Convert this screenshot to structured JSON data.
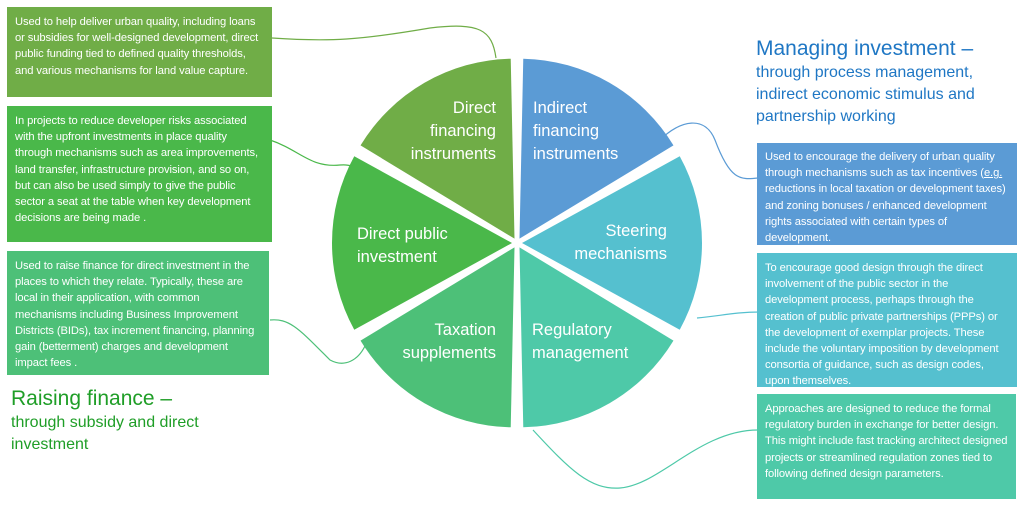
{
  "colors": {
    "direct_financing": "#70ad47",
    "direct_public": "#4ab84a",
    "taxation": "#4dc078",
    "indirect_financing": "#5b9bd5",
    "steering": "#55c0cf",
    "regulatory": "#4ec9a8",
    "heading_green": "#1f9e27",
    "heading_blue": "#1f77c4"
  },
  "left_heading": {
    "title": "Raising finance –",
    "subtitle": "through subsidy and direct investment"
  },
  "right_heading": {
    "title": "Managing investment –",
    "subtitle": "through process management, indirect economic stimulus and partnership working"
  },
  "segments": [
    {
      "id": "direct-financing",
      "lines": [
        "Direct",
        "financing",
        "instruments"
      ]
    },
    {
      "id": "indirect-financing",
      "lines": [
        "Indirect",
        "financing",
        "instruments"
      ]
    },
    {
      "id": "steering",
      "lines": [
        "Steering",
        "mechanisms"
      ]
    },
    {
      "id": "regulatory",
      "lines": [
        "Regulatory",
        "management"
      ]
    },
    {
      "id": "taxation",
      "lines": [
        "Taxation",
        "supplements"
      ]
    },
    {
      "id": "direct-public",
      "lines": [
        "Direct public",
        "investment"
      ]
    }
  ],
  "descriptions": {
    "direct_financing": "Used to help deliver urban quality, including loans or subsidies for well-designed development, direct public funding tied to defined quality thresholds, and various mechanisms for land value capture.",
    "direct_public": "In projects to reduce developer risks associated with the upfront investments in place quality through mechanisms such as area improvements, land transfer, infrastructure provision, and so on, but can also be used simply to give the public sector a seat at the table when key development decisions are being made .",
    "taxation": "Used to raise finance for direct investment in the places to which they relate.  Typically, these are local in their application, with common mechanisms including Business Improvement Districts (BIDs), tax increment financing, planning gain (betterment) charges and development impact fees .",
    "indirect_financing_pre": "Used to encourage the delivery of urban quality through mechanisms such as tax incentives (",
    "indirect_financing_eg": "e.g.",
    "indirect_financing_post": " reductions in local taxation or development taxes) and zoning bonuses / enhanced development rights associated with certain types of development.",
    "steering": " To encourage good design through the direct involvement of the public sector in the development process, perhaps through the creation of public private partnerships (PPPs) or the development of exemplar projects. These include the voluntary imposition by development consortia of guidance, such as design codes, upon themselves.",
    "regulatory": "Approaches are designed to reduce the formal regulatory burden in exchange for better design.  This might include fast tracking architect designed projects or streamlined regulation zones tied to following defined design parameters."
  }
}
